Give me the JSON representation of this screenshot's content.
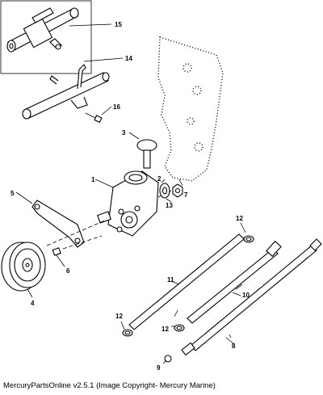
{
  "callouts": {
    "c1": "1",
    "c2": "2",
    "c3": "3",
    "c4": "4",
    "c5": "5",
    "c6": "6",
    "c7": "7",
    "c8": "8",
    "c9": "9",
    "c10": "10",
    "c11": "11",
    "c12a": "12",
    "c12b": "12",
    "c12c": "12",
    "c13": "13",
    "c14": "14",
    "c15": "15",
    "c16": "16"
  },
  "caption": "MercuryPartsOnline v2.5.1 (Image Copyright- Mercury Marine)"
}
